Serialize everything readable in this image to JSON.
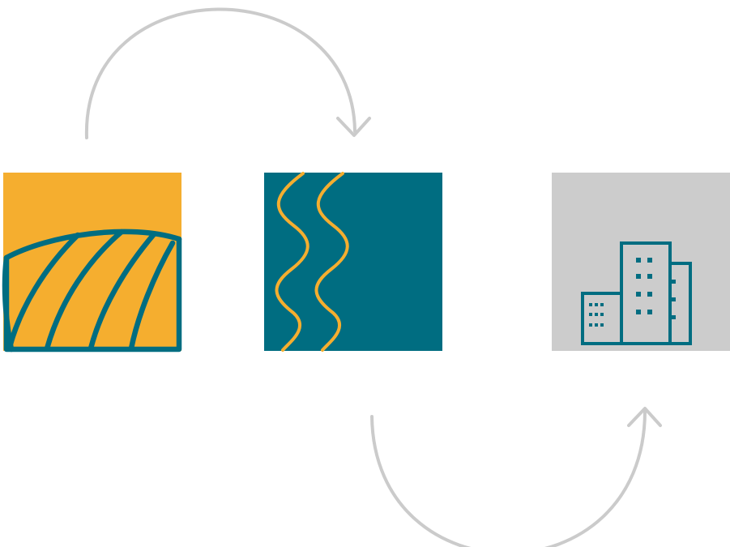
{
  "colors": {
    "background": "#ffffff",
    "amber": "#f5ae2f",
    "teal": "#006d81",
    "gray_tile": "#cccccc",
    "arrow": "#cbcbcb"
  },
  "nodes": [
    {
      "id": "farmland",
      "icon": "farmland-icon",
      "fill": "#f5ae2f"
    },
    {
      "id": "water",
      "icon": "water-waves-icon",
      "fill": "#006d81"
    },
    {
      "id": "city",
      "icon": "city-buildings-icon",
      "fill": "#cccccc"
    }
  ],
  "flows": [
    {
      "from": "farmland",
      "to": "water",
      "arc": "over"
    },
    {
      "from": "water",
      "to": "city",
      "arc": "under"
    }
  ]
}
